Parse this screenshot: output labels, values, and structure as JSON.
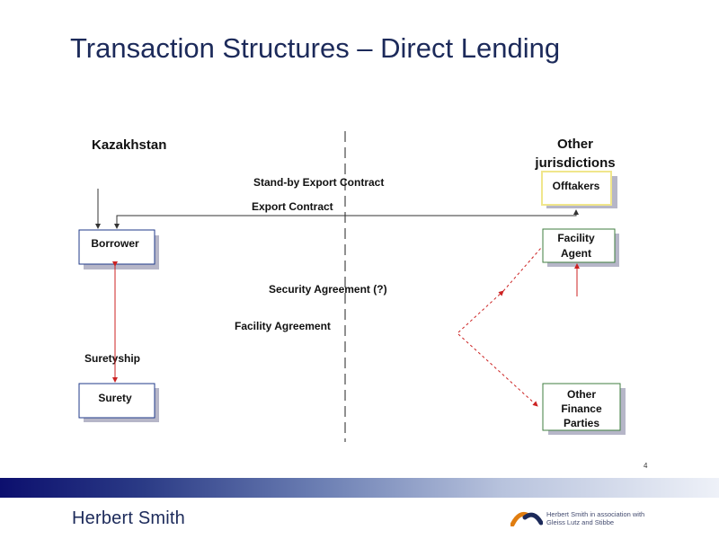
{
  "slide": {
    "title": "Transaction Structures – Direct Lending",
    "page_number": "4"
  },
  "regions": {
    "left": "Kazakhstan",
    "right_line1": "Other",
    "right_line2": "jurisdictions"
  },
  "entities": {
    "borrower": "Borrower",
    "surety": "Surety",
    "offtakers": "Offtakers",
    "facility_agent_line1": "Facility",
    "facility_agent_line2": "Agent",
    "other_finance_line1": "Other",
    "other_finance_line2": "Finance",
    "other_finance_line3": "Parties"
  },
  "agreements": {
    "standby_export": "Stand-by Export Contract",
    "export_contract": "Export Contract",
    "security_agreement": "Security Agreement (?)",
    "facility_agreement": "Facility Agreement",
    "suretyship": "Suretyship"
  },
  "footer": {
    "brand": "Herbert Smith",
    "association": "Herbert Smith in association with Gleiss Lutz and Stibbe"
  },
  "colors": {
    "title": "#1c2a5a",
    "arrow": "#333333",
    "red_arrow": "#cc2222",
    "box_border": "#1f3a8a",
    "green_border": "#3f7d3f",
    "yellow_border": "#f0e68c"
  }
}
